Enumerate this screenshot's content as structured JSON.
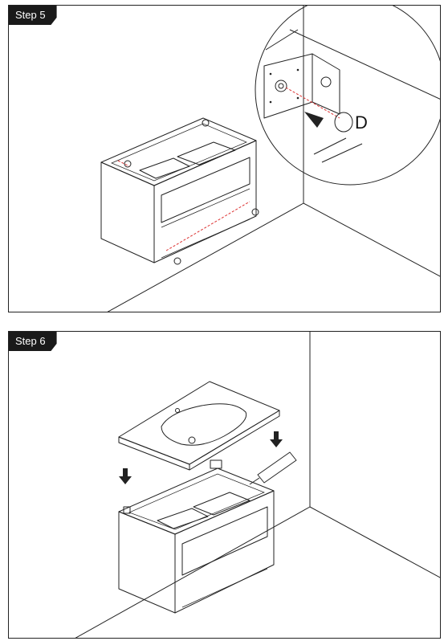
{
  "steps": [
    {
      "label": "Step 5",
      "callout_letter": "D"
    },
    {
      "label": "Step 6"
    }
  ]
}
